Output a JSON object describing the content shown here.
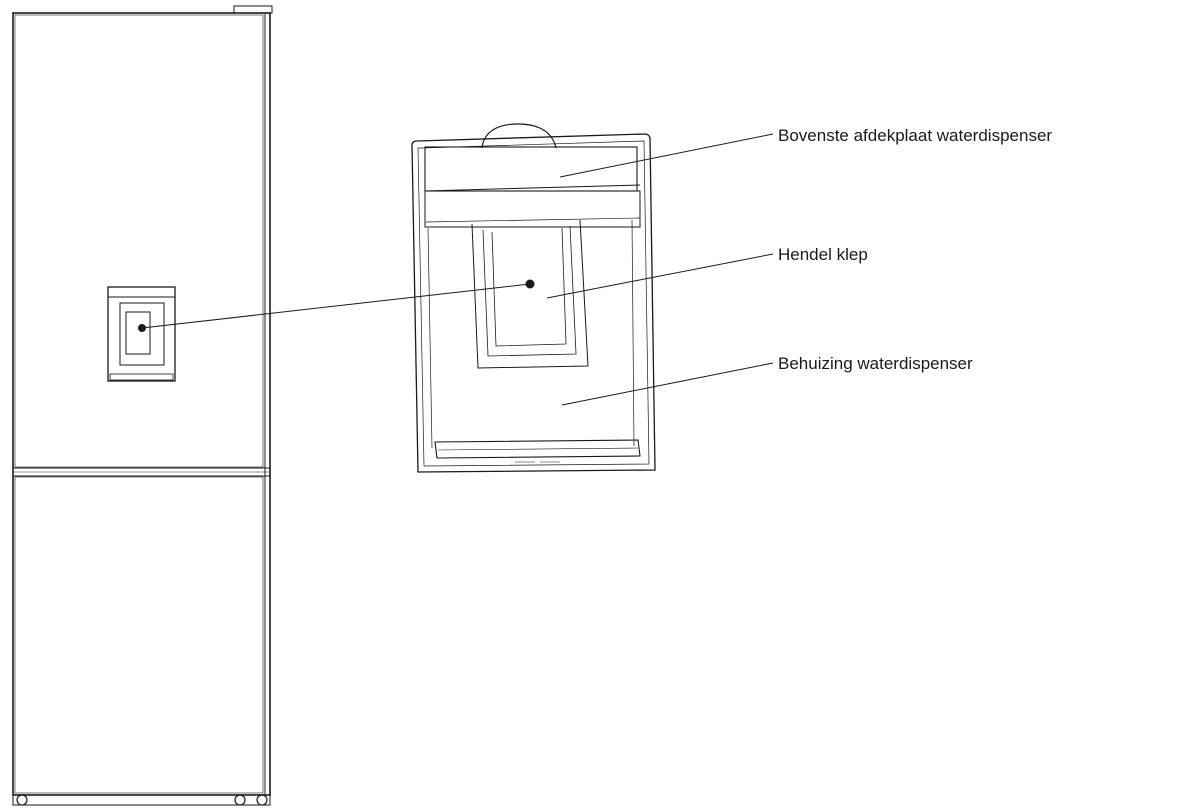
{
  "labels": {
    "top_cover": "Bovenste afdekplaat waterdispenser",
    "valve_handle": "Hendel klep",
    "housing": "Behuizing waterdispenser"
  },
  "colors": {
    "line": "#1a1a1a",
    "background": "#ffffff"
  }
}
